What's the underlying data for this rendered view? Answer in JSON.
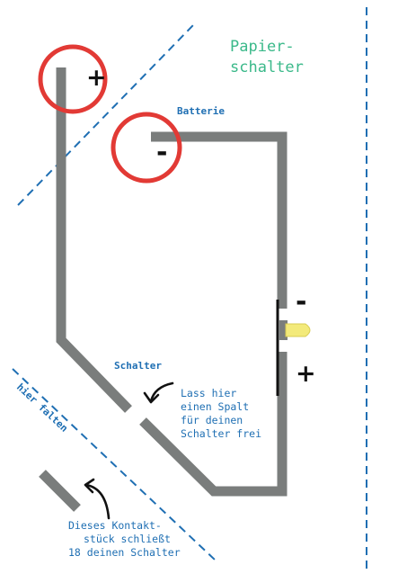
{
  "title": [
    "Papier-",
    "schalter"
  ],
  "labels": {
    "battery": "Batterie",
    "switch": "Schalter",
    "fold": "hier falten",
    "gap_note": [
      "Lass hier",
      "einen Spalt",
      "für deinen",
      "Schalter frei"
    ],
    "contact_note": [
      "Dieses Kontakt-",
      "stück schließt",
      "18 deinen Schalter"
    ]
  },
  "signs": {
    "battery_plus": "+",
    "battery_minus": "-",
    "led_minus": "-",
    "led_plus": "+"
  },
  "colors": {
    "trace": "#7a7d7c",
    "circle": "#e23a35",
    "dashed": "#1f6fb3",
    "title": "#3bb98a",
    "led": "#f3ea7a",
    "arrow": "#111111"
  },
  "icons": {
    "led": "led-icon",
    "arrow_gap": "curved-arrow-icon",
    "arrow_contact": "curved-arrow-icon"
  }
}
